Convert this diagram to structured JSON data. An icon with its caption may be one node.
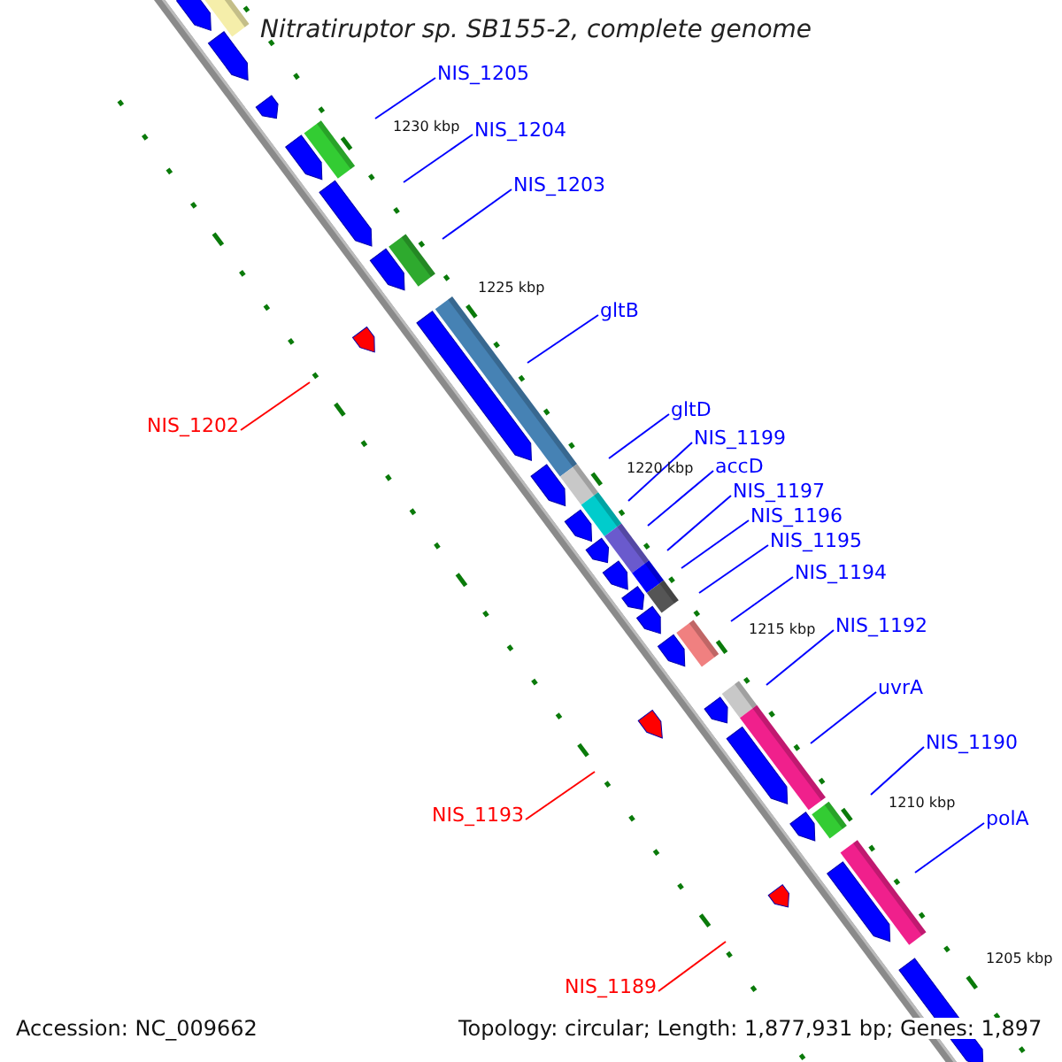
{
  "diagram": {
    "title": "Nitratiruptor sp. SB155-2, complete genome",
    "nodes": [
      {
        "text": [
          "NIS_1205"
        ]
      },
      {
        "text": [
          "NIS_1204"
        ]
      },
      {
        "text": [
          "NIS_1203"
        ]
      },
      {
        "text": [
          "gltB"
        ]
      },
      {
        "text": [
          "NIS_1202"
        ]
      },
      {
        "text": [
          "gltD"
        ]
      },
      {
        "text": [
          "NIS_1199"
        ]
      },
      {
        "text": [
          "accD"
        ]
      },
      {
        "text": [
          "NIS_1197"
        ]
      },
      {
        "text": [
          "NIS_1196"
        ]
      },
      {
        "text": [
          "NIS_1195"
        ]
      },
      {
        "text": [
          "NIS_1194"
        ]
      },
      {
        "text": [
          "NIS_1192"
        ]
      },
      {
        "text": [
          "uvrA"
        ]
      },
      {
        "text": [
          "NIS_1193"
        ]
      },
      {
        "text": [
          "NIS_1190"
        ]
      },
      {
        "text": [
          "polA"
        ]
      },
      {
        "text": [
          "NIS_1189"
        ]
      }
    ],
    "edges": [
      {
        "from": 0,
        "to": null,
        "arrow": "none"
      },
      {
        "from": 1,
        "to": null,
        "arrow": "none"
      },
      {
        "from": 2,
        "to": null,
        "arrow": "none"
      },
      {
        "from": 3,
        "to": null,
        "arrow": "none"
      },
      {
        "from": 4,
        "to": null,
        "arrow": "none",
        "color": "#ff0000"
      },
      {
        "from": 5,
        "to": null,
        "arrow": "none"
      },
      {
        "from": 6,
        "to": null,
        "arrow": "none"
      },
      {
        "from": 7,
        "to": null,
        "arrow": "none"
      },
      {
        "from": 8,
        "to": null,
        "arrow": "none"
      },
      {
        "from": 9,
        "to": null,
        "arrow": "none"
      },
      {
        "from": 10,
        "to": null,
        "arrow": "none"
      },
      {
        "from": 11,
        "to": null,
        "arrow": "none"
      },
      {
        "from": 12,
        "to": null,
        "arrow": "none"
      },
      {
        "from": 13,
        "to": null,
        "arrow": "none"
      },
      {
        "from": 14,
        "to": null,
        "arrow": "none",
        "color": "#ff0000"
      },
      {
        "from": 15,
        "to": null,
        "arrow": "none"
      },
      {
        "from": 16,
        "to": null,
        "arrow": "none"
      },
      {
        "from": 17,
        "to": null,
        "arrow": "none",
        "color": "#ff0000"
      }
    ],
    "labels": [
      "1230 kbp",
      "1225 kbp",
      "1220 kbp",
      "1215 kbp",
      "1210 kbp",
      "1205 kbp",
      "Accession: NC_009662",
      "Topology: circular; Length: 1,877,931 bp; Genes: 1,897"
    ]
  }
}
